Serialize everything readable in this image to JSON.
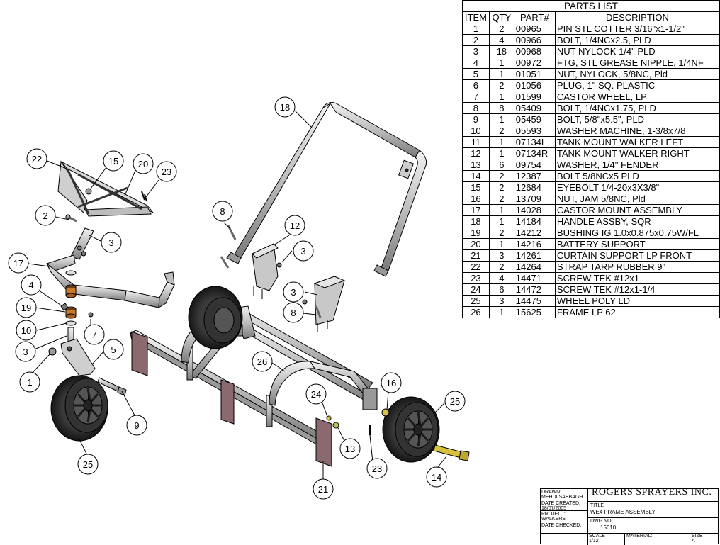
{
  "parts_list": {
    "title": "PARTS LIST",
    "headers": [
      "ITEM",
      "QTY",
      "PART#",
      "DESCRIPTION"
    ],
    "rows": [
      {
        "item": "1",
        "qty": "2",
        "part": "00965",
        "desc": "PIN STL COTTER 3/16\"x1-1/2\""
      },
      {
        "item": "2",
        "qty": "4",
        "part": "00966",
        "desc": "BOLT, 1/4NCx2.5, PLD"
      },
      {
        "item": "3",
        "qty": "18",
        "part": "00968",
        "desc": "NUT NYLOCK 1/4\" PLD"
      },
      {
        "item": "4",
        "qty": "1",
        "part": "00972",
        "desc": "FTG, STL GREASE NIPPLE, 1/4NF"
      },
      {
        "item": "5",
        "qty": "1",
        "part": "01051",
        "desc": "NUT, NYLOCK, 5/8NC, Pld"
      },
      {
        "item": "6",
        "qty": "2",
        "part": "01056",
        "desc": "PLUG, 1\" SQ. PLASTIC"
      },
      {
        "item": "7",
        "qty": "1",
        "part": "01599",
        "desc": "CASTOR WHEEL, LP"
      },
      {
        "item": "8",
        "qty": "8",
        "part": "05409",
        "desc": "BOLT, 1/4NCx1.75, PLD"
      },
      {
        "item": "9",
        "qty": "1",
        "part": "05459",
        "desc": "BOLT, 5/8\"x5.5\", PLD"
      },
      {
        "item": "10",
        "qty": "2",
        "part": "05593",
        "desc": "WASHER MACHINE, 1-3/8x7/8"
      },
      {
        "item": "11",
        "qty": "1",
        "part": "07134L",
        "desc": "TANK MOUNT WALKER LEFT"
      },
      {
        "item": "12",
        "qty": "1",
        "part": "07134R",
        "desc": "TANK MOUNT WALKER RIGHT"
      },
      {
        "item": "13",
        "qty": "6",
        "part": "09754",
        "desc": "WASHER, 1/4\" FENDER"
      },
      {
        "item": "14",
        "qty": "2",
        "part": "12387",
        "desc": "BOLT 5/8NCx5 PLD"
      },
      {
        "item": "15",
        "qty": "2",
        "part": "12684",
        "desc": "EYEBOLT 1/4-20x3X3/8\""
      },
      {
        "item": "16",
        "qty": "2",
        "part": "13709",
        "desc": "NUT, JAM 5/8NC, Pld"
      },
      {
        "item": "17",
        "qty": "1",
        "part": "14028",
        "desc": "CASTOR MOUNT ASSEMBLY"
      },
      {
        "item": "18",
        "qty": "1",
        "part": "14184",
        "desc": "HANDLE ASSBY, SQR"
      },
      {
        "item": "19",
        "qty": "2",
        "part": "14212",
        "desc": "BUSHING IG 1.0x0.875x0.75W/FL"
      },
      {
        "item": "20",
        "qty": "1",
        "part": "14216",
        "desc": "BATTERY SUPPORT"
      },
      {
        "item": "21",
        "qty": "3",
        "part": "14261",
        "desc": "CURTAIN SUPPORT LP FRONT"
      },
      {
        "item": "22",
        "qty": "2",
        "part": "14264",
        "desc": "STRAP TARP RUBBER 9\""
      },
      {
        "item": "23",
        "qty": "4",
        "part": "14471",
        "desc": "SCREW TEK #12x1"
      },
      {
        "item": "24",
        "qty": "6",
        "part": "14472",
        "desc": "SCREW TEK #12x1-1/4"
      },
      {
        "item": "25",
        "qty": "3",
        "part": "14475",
        "desc": "WHEEL POLY LD"
      },
      {
        "item": "26",
        "qty": "1",
        "part": "15625",
        "desc": "FRAME LP 62"
      }
    ]
  },
  "balloons": [
    "22",
    "15",
    "20",
    "23",
    "2",
    "3",
    "17",
    "4",
    "19",
    "10",
    "3",
    "1",
    "5",
    "7",
    "9",
    "25",
    "18",
    "8",
    "12",
    "3",
    "3",
    "8",
    "26",
    "24",
    "13",
    "23",
    "21",
    "16",
    "25",
    "14"
  ],
  "title_block": {
    "drawn_label": "DRAWN:",
    "drawn_value": "MEHDI SABBAGH",
    "date_created_label": "DATE CREATED:",
    "date_created_value": "18/07/2005",
    "project_label": "PROJECT:",
    "project_value": "WALKERS",
    "date_checked_label": "DATE CHECKED:",
    "company": "ROGERS SPRAYERS INC.",
    "title_label": "TITLE",
    "title_value": "WE4 FRAME ASSEMBLY",
    "dwg_label": "DWG NO",
    "dwg_value": "15610",
    "scale_label": "SCALE",
    "scale_value": "1/12",
    "material_label": "MATERIAL:",
    "size_label": "SIZE",
    "size_value": "A"
  },
  "colors": {
    "line": "#000000",
    "metal_light": "#e6e6e6",
    "metal_mid": "#b4b4b4",
    "metal_dark": "#6e6e6e",
    "tire": "#2a2a2a",
    "rubber_curtain": "#8a6a6e",
    "bushing": "#c87a2a",
    "bolt_yellow": "#d8c040"
  }
}
